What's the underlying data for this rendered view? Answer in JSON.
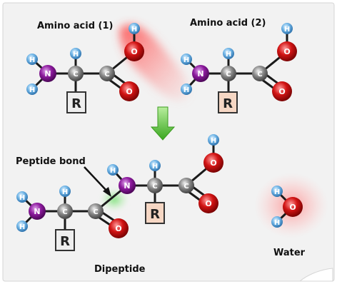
{
  "labels": {
    "amino_acid_1": "Amino acid (1)",
    "amino_acid_2": "Amino acid (2)",
    "peptide_bond": "Peptide bond",
    "dipeptide": "Dipeptide",
    "water": "Water"
  },
  "atoms": {
    "hydrogen": "H",
    "nitrogen": "N",
    "carbon": "C",
    "oxygen": "O",
    "side_chain": "R"
  },
  "colors": {
    "background": "#f2f2f2",
    "hydrogen": "#6fb4e6",
    "nitrogen": "#8e1b9f",
    "carbon": "#8a8a8a",
    "oxygen": "#d21414",
    "side_chain_box_1": "#eeeeee",
    "side_chain_box_2": "#f6d7c4",
    "reaction_arrow": "#4db82c",
    "water_glow": "#ff8a8a",
    "peptide_glow": "#7fe07a"
  }
}
